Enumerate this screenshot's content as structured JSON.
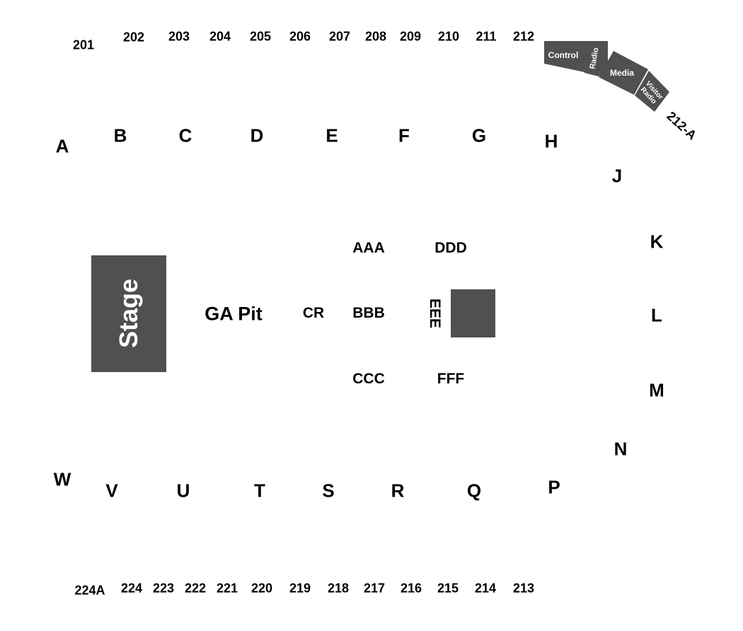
{
  "venue_map": {
    "stage_label": "Stage",
    "ga_pit_label": "GA Pit",
    "upper_sections": [
      {
        "label": "201"
      },
      {
        "label": "202"
      },
      {
        "label": "203"
      },
      {
        "label": "204"
      },
      {
        "label": "205"
      },
      {
        "label": "206"
      },
      {
        "label": "207"
      },
      {
        "label": "208"
      },
      {
        "label": "209"
      },
      {
        "label": "210"
      },
      {
        "label": "211"
      },
      {
        "label": "212"
      },
      {
        "label": "212-A"
      }
    ],
    "lower_sections": [
      {
        "label": "224A"
      },
      {
        "label": "224"
      },
      {
        "label": "223"
      },
      {
        "label": "222"
      },
      {
        "label": "221"
      },
      {
        "label": "220"
      },
      {
        "label": "219"
      },
      {
        "label": "218"
      },
      {
        "label": "217"
      },
      {
        "label": "216"
      },
      {
        "label": "215"
      },
      {
        "label": "214"
      },
      {
        "label": "213"
      }
    ],
    "letter_sections": [
      {
        "label": "A"
      },
      {
        "label": "B"
      },
      {
        "label": "C"
      },
      {
        "label": "D"
      },
      {
        "label": "E"
      },
      {
        "label": "F"
      },
      {
        "label": "G"
      },
      {
        "label": "H"
      },
      {
        "label": "J"
      },
      {
        "label": "K"
      },
      {
        "label": "L"
      },
      {
        "label": "M"
      },
      {
        "label": "N"
      },
      {
        "label": "P"
      },
      {
        "label": "Q"
      },
      {
        "label": "R"
      },
      {
        "label": "S"
      },
      {
        "label": "T"
      },
      {
        "label": "U"
      },
      {
        "label": "V"
      },
      {
        "label": "W"
      }
    ],
    "floor_sections": [
      {
        "label": "CR"
      },
      {
        "label": "AAA"
      },
      {
        "label": "BBB"
      },
      {
        "label": "CCC"
      },
      {
        "label": "DDD"
      },
      {
        "label": "EEE"
      },
      {
        "label": "FFF"
      }
    ],
    "booths": {
      "control": "Control",
      "radio": "Radio",
      "media": "Media",
      "visitor_radio_line1": "Visitor",
      "visitor_radio_line2": "Radio"
    },
    "colors": {
      "stage_fill": "#505050",
      "booth_fill": "#505050",
      "text": "#000000"
    }
  }
}
